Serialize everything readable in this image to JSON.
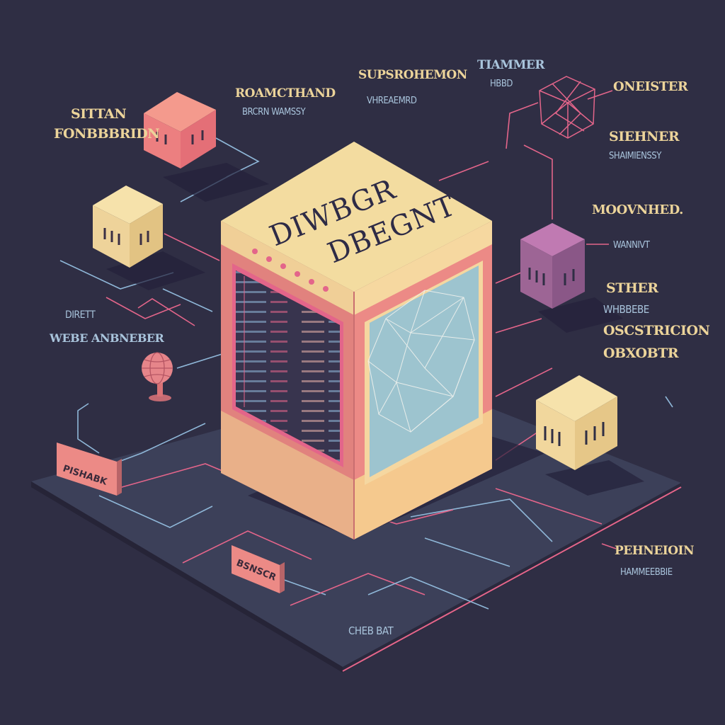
{
  "colors": {
    "background": "#2f2e44",
    "platform": "#3c4059",
    "cream": "#f3dca0",
    "salmon": "#ec8a86",
    "pink_line": "#e3658a",
    "blue_line": "#8fb7d8",
    "label_cream": "#ecd49a",
    "label_blue": "#a9c4dc",
    "purple": "#9d6595",
    "screen_blue": "#9dc4cf",
    "terminal": "#38344e"
  },
  "icons": [
    "server-tower-icon",
    "cube-icon",
    "globe-icon",
    "wireframe-gem-icon",
    "terminal-screen-icon"
  ],
  "main_server": {
    "title_line1": "DIWBGR",
    "title_line2": "DBEGNT"
  },
  "labels": {
    "top_left_1": "SITTAN",
    "top_left_2": "FONBBBRIDN",
    "top_mid_1": "ROAMCTHAND",
    "top_mid_2": "BRCRN WAMSSY",
    "top_center_1": "SUPSROHEMON",
    "top_center_2": "VHREAEMRD",
    "top_right_1": "TIAMMER",
    "top_right_2": "HBBD",
    "far_right_1": "ONEISTER",
    "right_1": "SIEHNER",
    "right_2": "SHAIMIENSSY",
    "right_mid_1": "MOOVNHED.",
    "right_mid_2": "WANNIVT",
    "right_low_1": "STHER",
    "right_low_2": "WHBBEBE",
    "right_low_3": "OSCSTRICION",
    "right_low_4": "OBXOBTR",
    "left_mid_1": "DIRETT",
    "left_mid_2": "WEBE ANBNEBER",
    "bottom_right_1": "PEHNEIOIN",
    "bottom_right_2": "HAMMEEBBIE",
    "bottom_center_1": "CHEB BAT"
  },
  "tags": {
    "left": "PISHABK",
    "bottom": "BSNSCR"
  }
}
